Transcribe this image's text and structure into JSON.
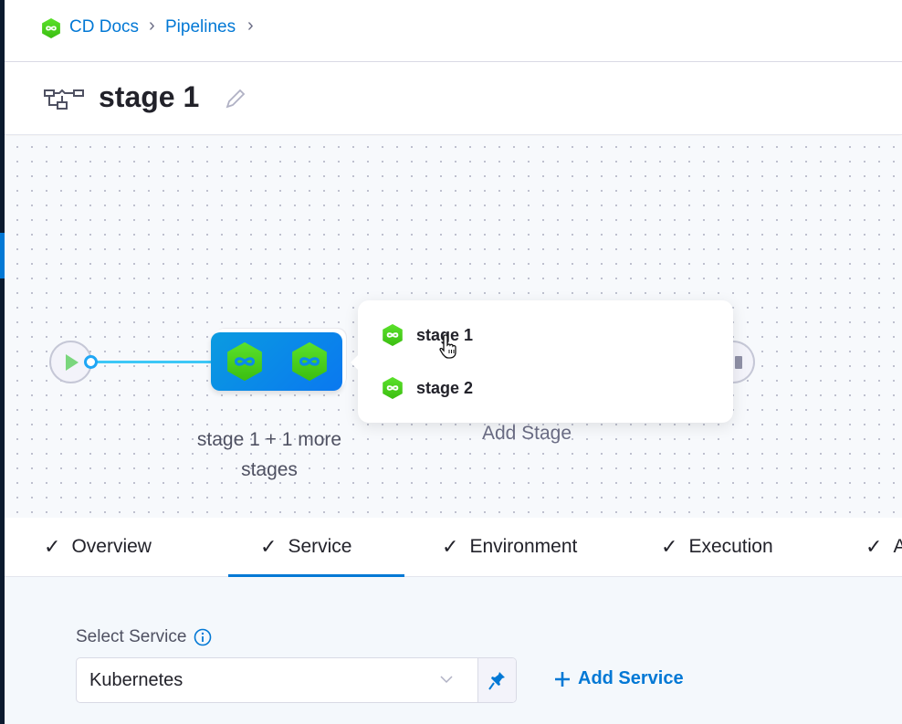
{
  "breadcrumb": {
    "items": [
      "CD Docs",
      "Pipelines"
    ]
  },
  "title": "stage 1",
  "canvas": {
    "node_label_line1": "stage 1 + 1 more",
    "node_label_line2": "stages",
    "add_stage_label": "Add Stage",
    "popover_items": [
      {
        "label": "stage 1"
      },
      {
        "label": "stage 2"
      }
    ]
  },
  "tabs": [
    {
      "label": "Overview",
      "selected": false
    },
    {
      "label": "Service",
      "selected": true
    },
    {
      "label": "Environment",
      "selected": false
    },
    {
      "label": "Execution",
      "selected": false
    },
    {
      "label": "A",
      "selected": false
    }
  ],
  "service": {
    "label": "Select Service",
    "value": "Kubernetes",
    "add_label": "Add Service"
  },
  "colors": {
    "accent": "#0278d5",
    "cd_green": "#47d21b",
    "node_blue": "#0a8be8"
  }
}
